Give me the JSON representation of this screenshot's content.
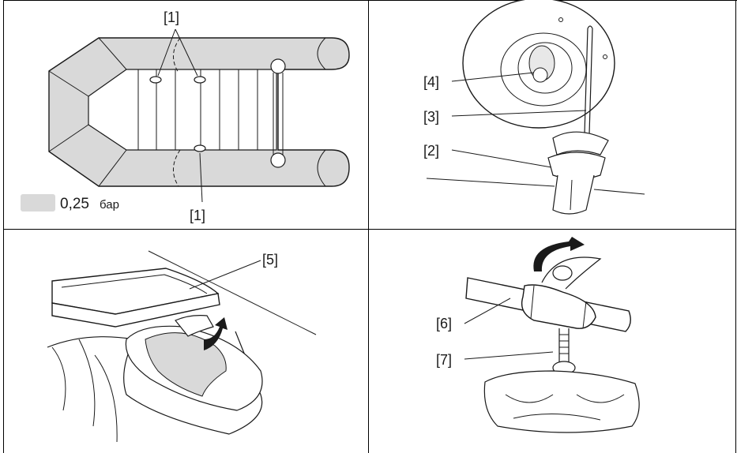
{
  "panels": {
    "top_left": {
      "callout_top": "[1]",
      "callout_bottom": "[1]",
      "legend": {
        "value": "0,25",
        "unit": "бар",
        "swatch_color": "#d9d9d9"
      }
    },
    "top_right": {
      "callout_4": "[4]",
      "callout_3": "[3]",
      "callout_2": "[2]"
    },
    "bottom_left": {
      "callout_5": "[5]"
    },
    "bottom_right": {
      "callout_6": "[6]",
      "callout_7": "[7]"
    }
  },
  "colors": {
    "hull_fill": "#d9d9d9",
    "line": "#1a1a1a",
    "panel_border": "#000000"
  }
}
